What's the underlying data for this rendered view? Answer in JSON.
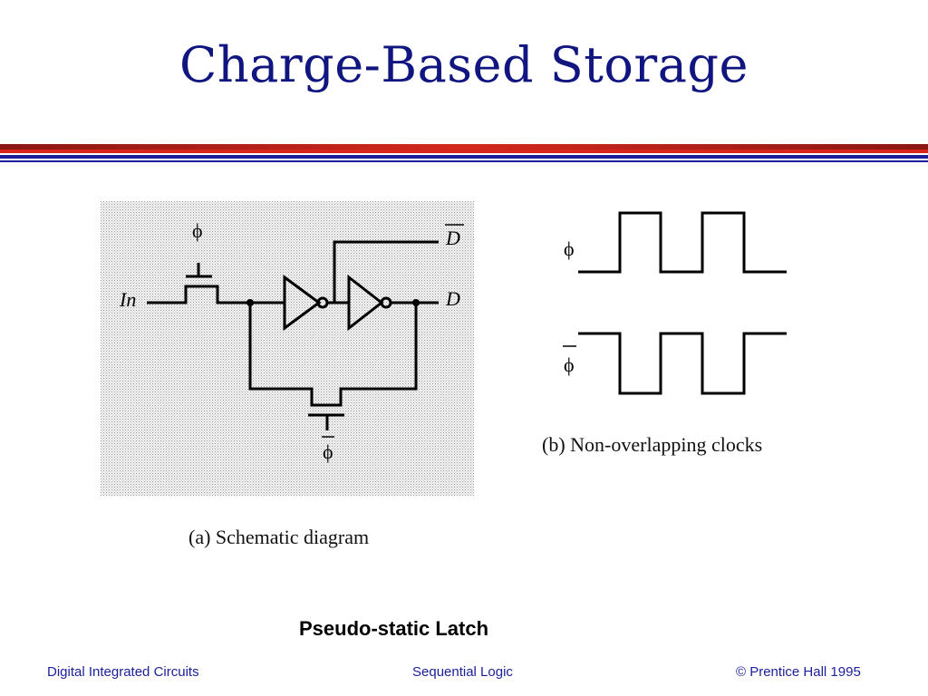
{
  "slide": {
    "title": "Charge-Based Storage",
    "subtitle": "Pseudo-static Latch"
  },
  "schematic": {
    "caption": "(a) Schematic diagram",
    "labels": {
      "input": "In",
      "output": "D",
      "output_bar": "D",
      "clock_top": "ϕ",
      "clock_bottom_bar": "ϕ"
    }
  },
  "clocks": {
    "caption": "(b) Non-overlapping clocks",
    "labels": {
      "phi": "ϕ",
      "phi_bar": "ϕ"
    }
  },
  "footer": {
    "left": "Digital Integrated Circuits",
    "center": "Sequential Logic",
    "right": "© Prentice Hall 1995"
  },
  "colors": {
    "title": "#10157f",
    "footer": "#1b1f99",
    "rule_red": "#d9261c",
    "rule_blue": "#1b1f99"
  }
}
